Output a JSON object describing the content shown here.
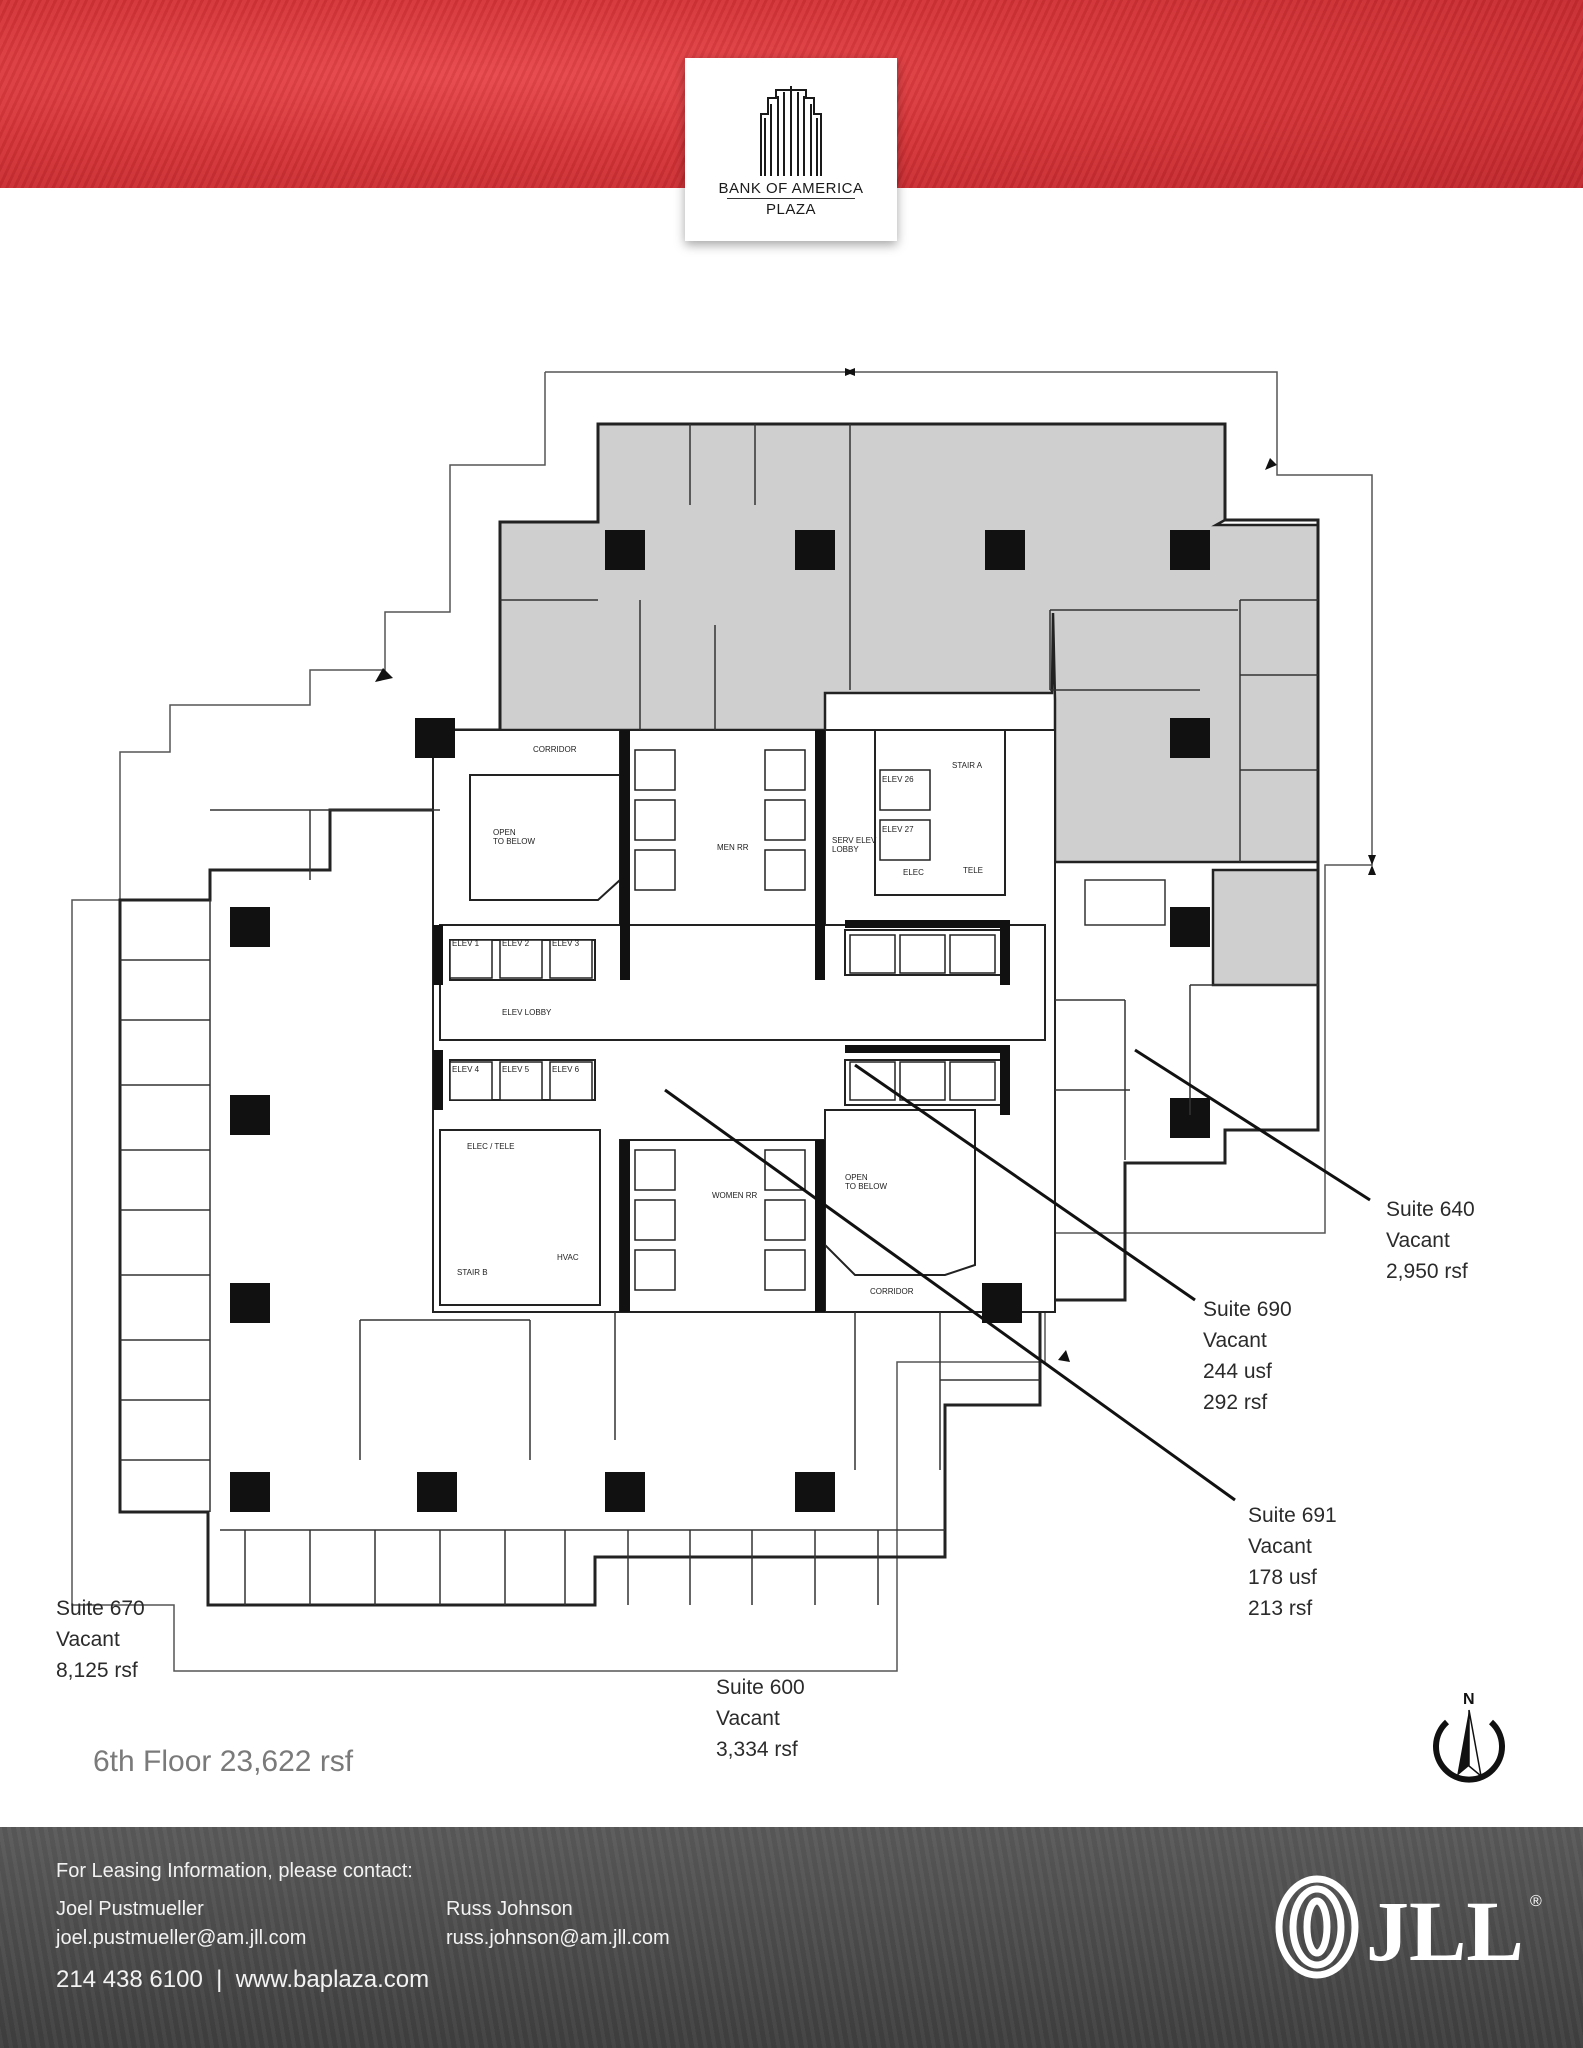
{
  "header": {
    "logo_line1": "BANK OF AMERICA",
    "logo_line2": "PLAZA"
  },
  "plan_labels": {
    "corridor_top": "CORRIDOR",
    "corridor_bottom": "CORRIDOR",
    "open_below_1": "OPEN\nTO BELOW",
    "open_below_2": "OPEN\nTO BELOW",
    "men_rr": "MEN RR",
    "women_rr": "WOMEN RR",
    "serv_elev_lobby": "SERV ELEV\nLOBBY",
    "stair_a": "STAIR A",
    "stair_b": "STAIR B",
    "elec": "ELEC",
    "tele": "TELE",
    "elec_tele": "ELEC / TELE",
    "hvac": "HVAC",
    "elev_lobby": "ELEV LOBBY",
    "elev_1": "ELEV 1",
    "elev_2": "ELEV 2",
    "elev_3": "ELEV 3",
    "elev_4": "ELEV 4",
    "elev_5": "ELEV 5",
    "elev_6": "ELEV 6",
    "elev_26": "ELEV 26",
    "elev_27": "ELEV 27"
  },
  "suites": [
    {
      "line1": "Suite 640",
      "line2": "Vacant",
      "line3": "2,950 rsf",
      "line4": ""
    },
    {
      "line1": "Suite 690",
      "line2": "Vacant",
      "line3": "244 usf",
      "line4": "292 rsf"
    },
    {
      "line1": "Suite 691",
      "line2": "Vacant",
      "line3": "178 usf",
      "line4": "213 rsf"
    },
    {
      "line1": "Suite 670",
      "line2": "Vacant",
      "line3": "8,125 rsf",
      "line4": ""
    },
    {
      "line1": "Suite 600",
      "line2": "Vacant",
      "line3": "3,334 rsf",
      "line4": ""
    }
  ],
  "floor_title": "6th Floor 23,622 rsf",
  "compass_label": "N",
  "footer": {
    "heading": "For Leasing Information, please contact:",
    "contact1_name": "Joel Pustmueller",
    "contact1_email": "joel.pustmueller@am.jll.com",
    "contact2_name": "Russ Johnson",
    "contact2_email": "russ.johnson@am.jll.com",
    "phone_web": "214 438 6100  |  www.baplaza.com",
    "brand": "JLL",
    "brand_mark": "®"
  },
  "colors": {
    "header_red": "#d63438",
    "leased_gray": "#cfcfcf",
    "footer_gray": "#4a4a4a"
  }
}
